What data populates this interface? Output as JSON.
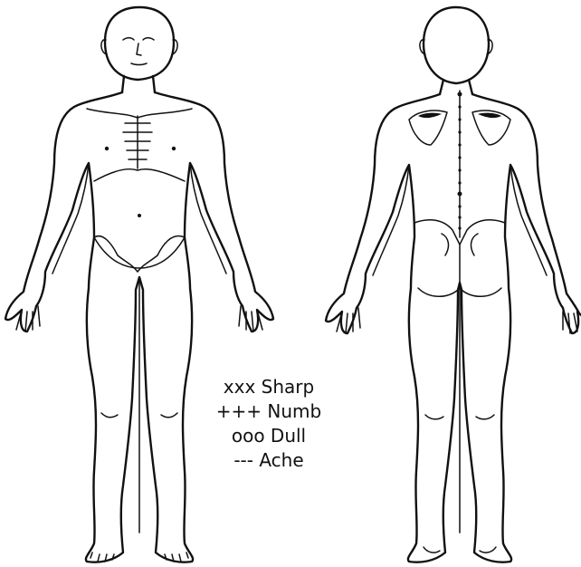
{
  "legend": {
    "items": [
      {
        "label": "xxx Sharp"
      },
      {
        "label": "+++ Numb"
      },
      {
        "label": "ooo Dull"
      },
      {
        "label": "--- Ache"
      }
    ]
  },
  "colors": {
    "line": "#111111",
    "background": "#ffffff"
  }
}
